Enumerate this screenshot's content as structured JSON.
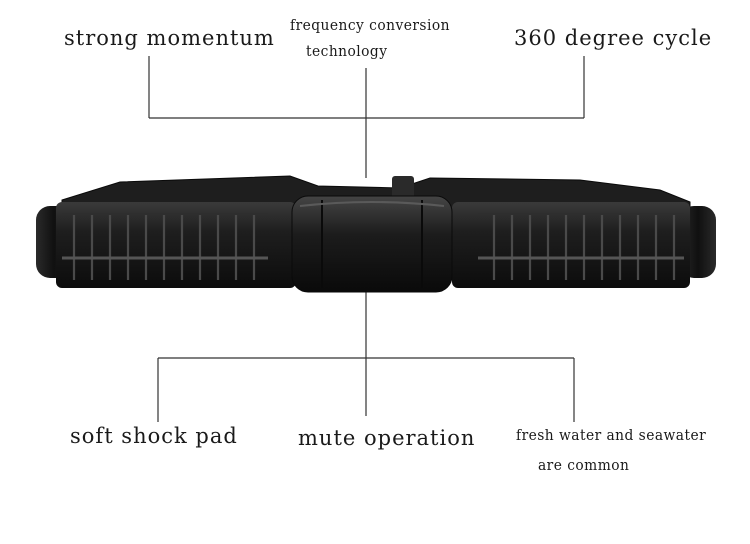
{
  "labels": {
    "strong_momentum": "strong momentum",
    "frequency_line1": "frequency conversion",
    "frequency_line2": "technology",
    "degree_cycle": "360 degree cycle",
    "soft_shock_pad": "soft shock pad",
    "mute_operation": "mute operation",
    "water_line1": "fresh water and seawater",
    "water_line2": "are common"
  },
  "product": {
    "icon": "crossflow-wave-pump",
    "body_color": "#1b1b1b",
    "grille_color": "#3a3a3a"
  },
  "colors": {
    "line": "#333333",
    "text": "#1a1a1a",
    "background": "#ffffff"
  }
}
